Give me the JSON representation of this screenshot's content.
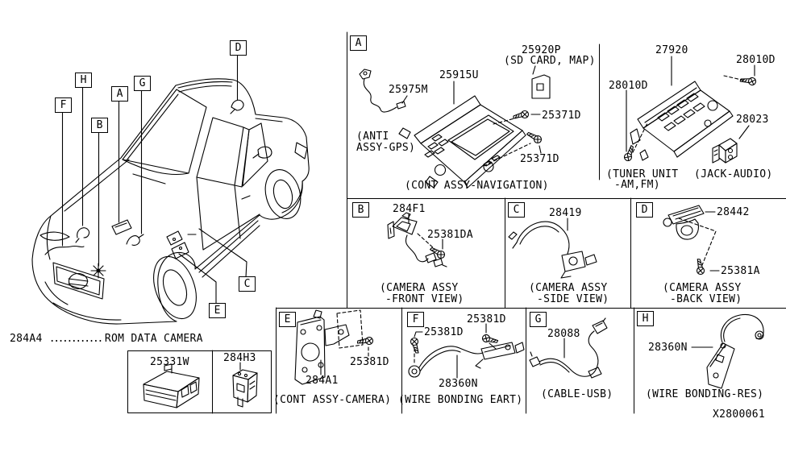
{
  "note": {
    "code": "284A4",
    "dots": "............",
    "label": "ROM DATA CAMERA"
  },
  "diagram_code": "X2800061",
  "car_callouts": {
    "F": "F",
    "H": "H",
    "B": "B",
    "A": "A",
    "G": "G",
    "D": "D",
    "C": "C",
    "E": "E"
  },
  "sections": {
    "nav": {
      "tag": "A",
      "antenna": "25975M",
      "unit": "25915U",
      "sd": "25920P",
      "sd_sub": "(SD CARD, MAP)",
      "screw_right": "25371D",
      "screw_bottom": "25371D",
      "antenna_cap1": "(ANTI",
      "antenna_cap2": "ASSY-GPS)",
      "caption": "(CONT ASSY-NAVIGATION)"
    },
    "tuner": {
      "unit": "27920",
      "screw_left": "28010D",
      "screw_right": "28010D",
      "jack": "28023",
      "cap1": "(TUNER UNIT",
      "cap2": "-AM,FM)",
      "jack_caption": "(JACK-AUDIO)"
    },
    "front_cam": {
      "tag": "B",
      "part": "284F1",
      "screw": "25381DA",
      "cap1": "(CAMERA ASSY",
      "cap2": "-FRONT VIEW)"
    },
    "side_cam": {
      "tag": "C",
      "part": "28419",
      "cap1": "(CAMERA ASSY",
      "cap2": "-SIDE VIEW)"
    },
    "back_cam": {
      "tag": "D",
      "part": "28442",
      "screw": "25381A",
      "cap1": "(CAMERA ASSY",
      "cap2": "-BACK VIEW)"
    },
    "cam_ctrl": {
      "tag": "E",
      "part": "284A1",
      "screw": "25381D",
      "caption": "(CONT ASSY-CAMERA)"
    },
    "earth": {
      "tag": "F",
      "part": "28360N",
      "screw_top": "25381D",
      "screw_left": "25381D",
      "caption": "(WIRE BONDING EART)"
    },
    "usb": {
      "tag": "G",
      "part": "28088",
      "caption": "(CABLE-USB)"
    },
    "res": {
      "tag": "H",
      "part": "28360N",
      "caption": "(WIRE BONDING-RES)"
    }
  },
  "inset": {
    "part_switch": "25331W",
    "part_relay": "284H3"
  }
}
